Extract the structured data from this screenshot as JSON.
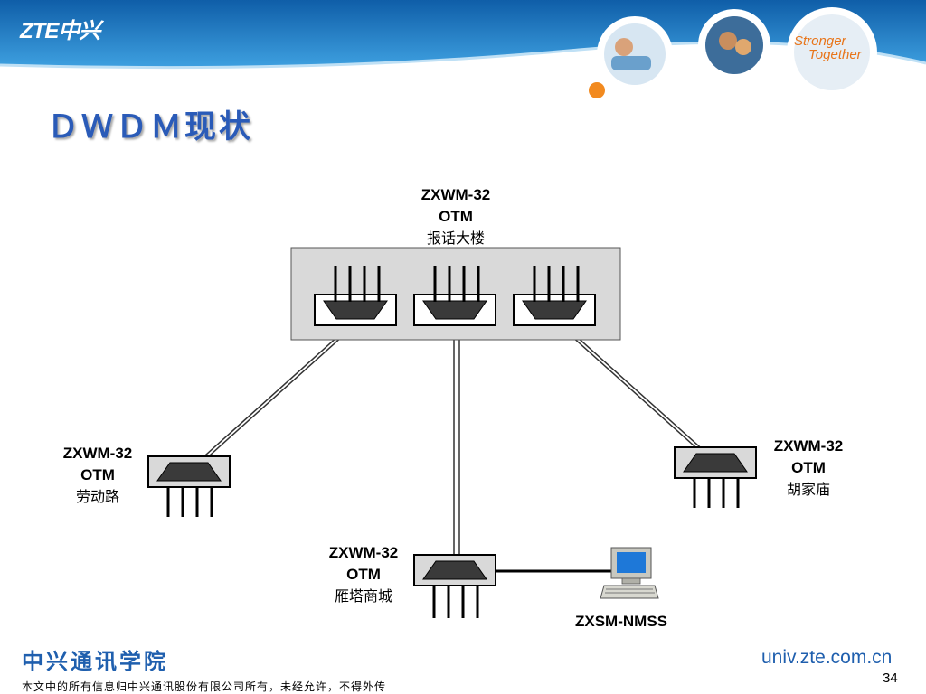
{
  "header": {
    "logo": "ZTE中兴",
    "slogan_line1": "Stronger",
    "slogan_line2": "Together"
  },
  "slide": {
    "title": "ＤＷＤＭ现状"
  },
  "nodes": {
    "top": {
      "model": "ZXWM-32",
      "type": "OTM",
      "site": "报话大楼"
    },
    "left": {
      "model": "ZXWM-32",
      "type": "OTM",
      "site": "劳动路"
    },
    "right": {
      "model": "ZXWM-32",
      "type": "OTM",
      "site": "胡家庙"
    },
    "bottom": {
      "model": "ZXWM-32",
      "type": "OTM",
      "site": "雁塔商城"
    }
  },
  "nms": {
    "label": "ZXSM-NMSS",
    "icon": "computer-icon"
  },
  "footer": {
    "academy": "中兴通讯学院",
    "notice": "本文中的所有信息归中兴通讯股份有限公司所有，未经允许，不得外传",
    "site": "univ.zte.com.cn",
    "page": "34"
  },
  "colors": {
    "header_blue": "#1a7ac8",
    "title_blue": "#2a5bb8",
    "accent_orange": "#f28a1f",
    "node_fill": "#d9d9d9"
  }
}
